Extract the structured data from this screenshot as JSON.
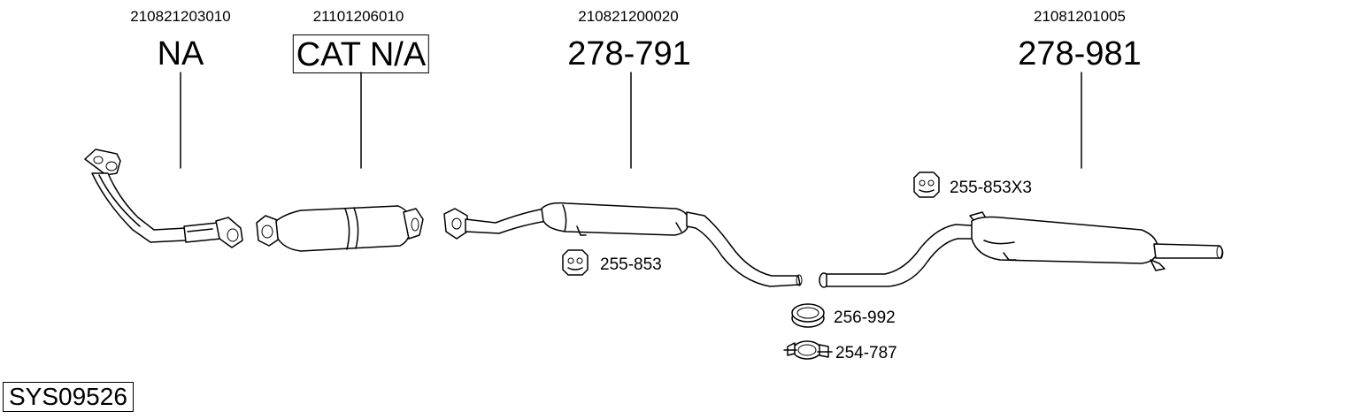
{
  "parts": [
    {
      "oem": "210821203010",
      "number": "NA",
      "boxed": false
    },
    {
      "oem": "21101206010",
      "number": "CAT N/A",
      "boxed": true
    },
    {
      "oem": "210821200020",
      "number": "278-791",
      "boxed": false
    },
    {
      "oem": "21081201005",
      "number": "278-981",
      "boxed": false
    }
  ],
  "accessories": [
    {
      "number": "255-853",
      "icon": "rubber-hanger-icon"
    },
    {
      "number": "255-853X3",
      "icon": "rubber-hanger-icon"
    },
    {
      "number": "256-992",
      "icon": "sealing-ring-icon"
    },
    {
      "number": "254-787",
      "icon": "pipe-clamp-icon"
    }
  ],
  "system_id": "SYS09526"
}
